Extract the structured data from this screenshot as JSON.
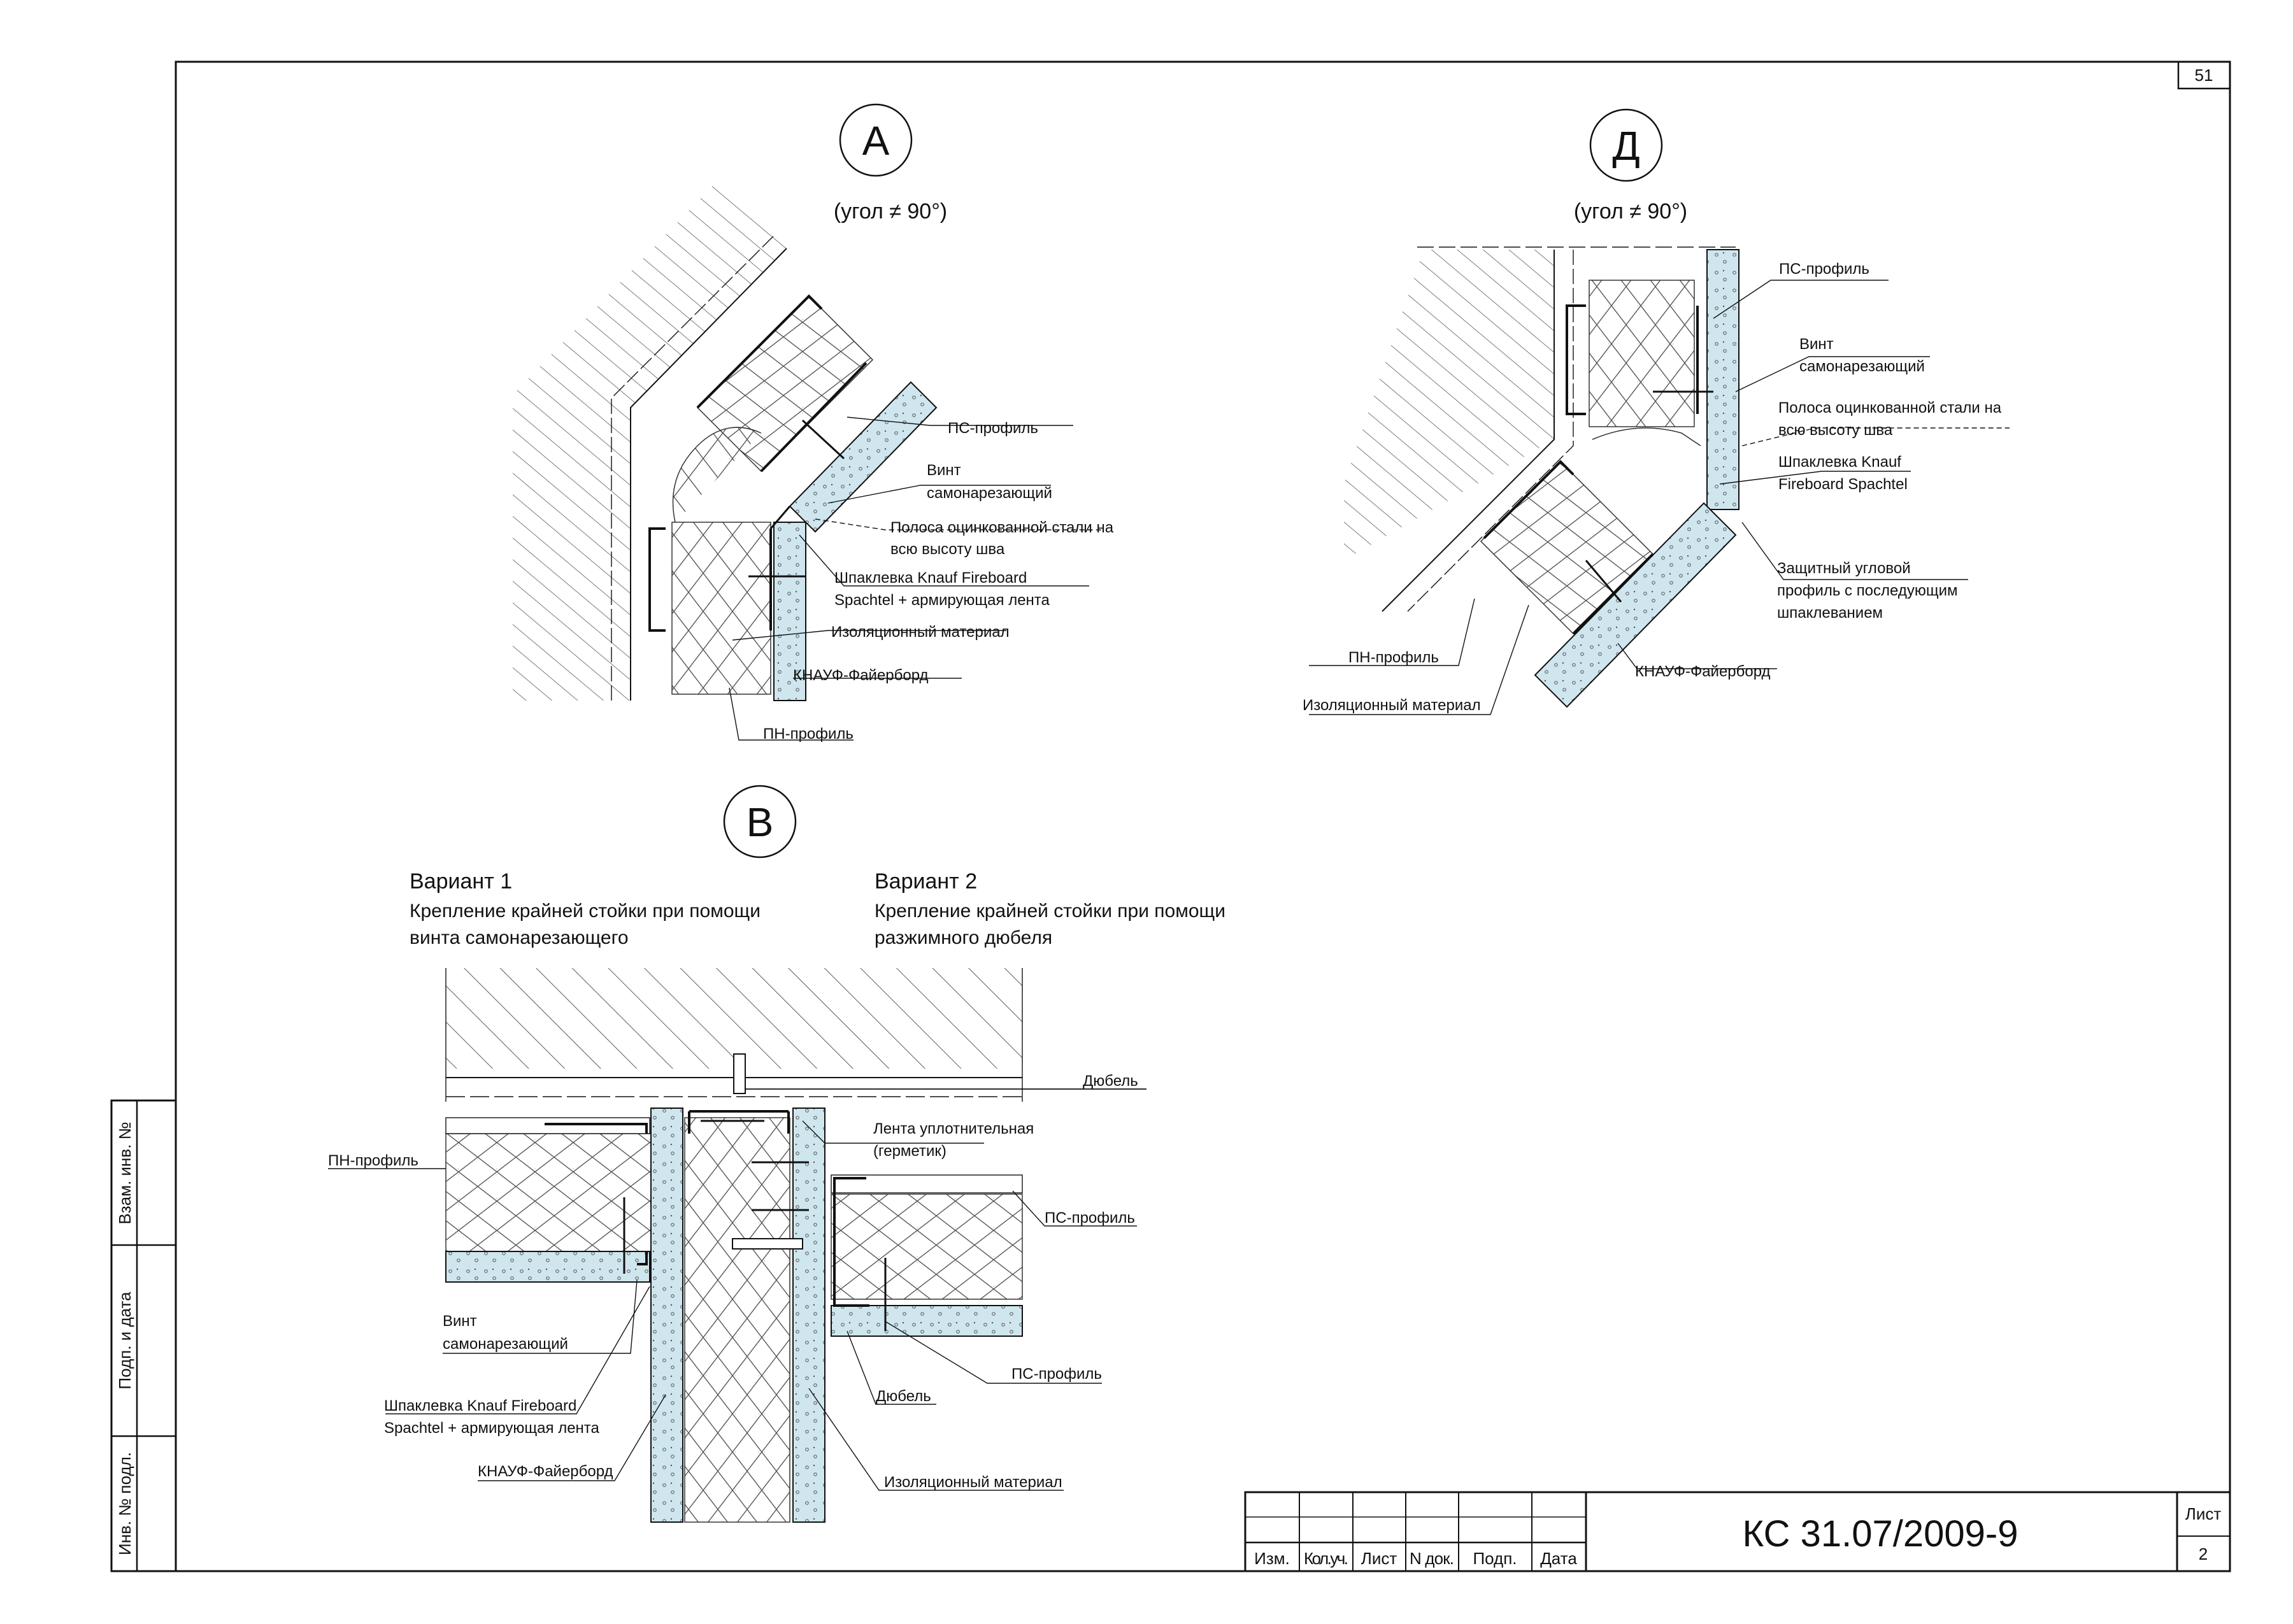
{
  "sheet_number": "51",
  "details": {
    "a": {
      "marker": "А",
      "angle": "(угол ≠ 90°)",
      "labels": {
        "ps_profile": "ПС-профиль",
        "screw_1": "Винт",
        "screw_2": "самонарезающий",
        "strip_1": "Полоса оцинкованной стали на",
        "strip_2": "всю высоту шва",
        "putty_1": "Шпаклевка Knauf Fireboard",
        "putty_2": "Spachtel + армирующая лента",
        "insulation": "Изоляционный материал",
        "board": "КНАУФ-Файерборд",
        "pn_profile": "ПН-профиль"
      }
    },
    "d": {
      "marker": "Д",
      "angle": "(угол ≠ 90°)",
      "labels": {
        "ps_profile": "ПС-профиль",
        "screw_1": "Винт",
        "screw_2": "самонарезающий",
        "strip_1": "Полоса оцинкованной стали на",
        "strip_2": "всю высоту шва",
        "putty_1": "Шпаклевка Knauf",
        "putty_2": "Fireboard Spachtel",
        "corner_1": "Защитный угловой",
        "corner_2": "профиль с последующим",
        "corner_3": "шпаклеванием",
        "pn_profile": "ПН-профиль",
        "insulation": "Изоляционный материал",
        "board": "КНАУФ-Файерборд"
      }
    },
    "v": {
      "marker": "В",
      "variant1_title": "Вариант 1",
      "variant1_desc_1": "Крепление крайней стойки при помощи",
      "variant1_desc_2": "винта самонарезающего",
      "variant2_title": "Вариант 2",
      "variant2_desc_1": "Крепление крайней стойки при помощи",
      "variant2_desc_2": "разжимного дюбеля",
      "labels": {
        "dowel_top": "Дюбель",
        "seal_1": "Лента уплотнительная",
        "seal_2": "(герметик)",
        "pn_profile": "ПН-профиль",
        "ps_profile_1": "ПС-профиль",
        "screw_1": "Винт",
        "screw_2": "самонарезающий",
        "putty_1": "Шпаклевка Knauf Fireboard",
        "putty_2": "Spachtel + армирующая лента",
        "board": "КНАУФ-Файерборд",
        "dowel_bottom": "Дюбель",
        "ps_profile_2": "ПС-профиль",
        "insulation": "Изоляционный материал"
      }
    }
  },
  "side_stamp": {
    "cells": [
      "Взам. инв. №",
      "Подп. и дата",
      "Инв. № подл."
    ]
  },
  "title_block": {
    "headers": [
      "Изм.",
      "Кол.уч.",
      "Лист",
      "N док.",
      "Подп.",
      "Дата"
    ],
    "code": "КС 31.07/2009-9",
    "sheet_label": "Лист",
    "sheet_value": "2"
  },
  "colors": {
    "board_fill": "#cfe6ee",
    "line": "#111111"
  }
}
